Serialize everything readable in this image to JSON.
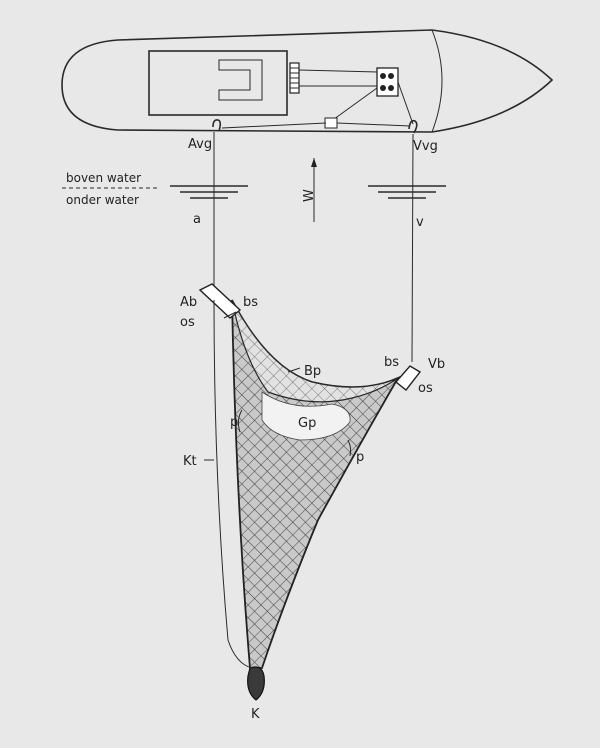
{
  "labels": {
    "avg": "Avg",
    "vvg": "Vvg",
    "boven_water": "boven water",
    "onder_water": "onder water",
    "a": "a",
    "v": "v",
    "w": "W",
    "ab": "Ab",
    "bs_left": "bs",
    "os_left": "os",
    "bp": "Bp",
    "bs_right": "bs",
    "vb": "Vb",
    "os_right": "os",
    "p_left": "p",
    "gp": "Gp",
    "p_right": "p",
    "kt": "Kt",
    "k": "K"
  }
}
